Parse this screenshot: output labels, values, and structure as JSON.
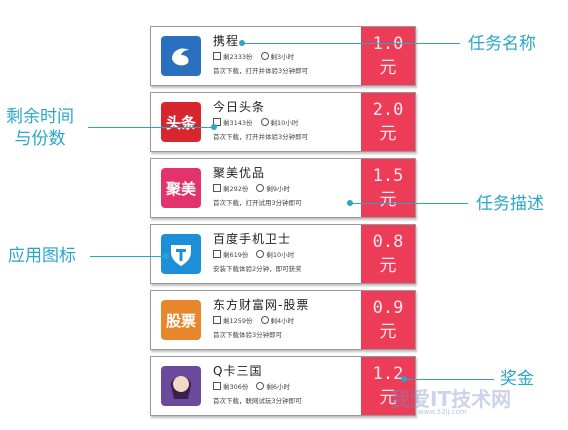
{
  "tasks": [
    {
      "name": "携程",
      "remaining": "剩2333份",
      "time": "剩3小时",
      "desc": "首次下载，打开并体验3分钟即可",
      "reward": "1.0\n元",
      "icon": "ctrip-dolphin-icon",
      "color": "#2b6fbf"
    },
    {
      "name": "今日头条",
      "remaining": "剩3143份",
      "time": "剩10小时",
      "desc": "首次下载，打开并体验3分钟即可",
      "reward": "2.0\n元",
      "icon": "toutiao-logo-icon",
      "color": "#d7262e",
      "logo_text": "头条"
    },
    {
      "name": "聚美优品",
      "remaining": "剩292份",
      "time": "剩9小时",
      "desc": "首次下载，打开试用3分钟即可",
      "reward": "1.5\n元",
      "icon": "jumei-logo-icon",
      "color": "#e2336b",
      "logo_text": "聚美"
    },
    {
      "name": "百度手机卫士",
      "remaining": "剩619份",
      "time": "剩10小时",
      "desc": "安装下载体验2分钟，即可获奖",
      "reward": "0.8\n元",
      "icon": "baidu-shield-icon",
      "color": "#1d8fd8"
    },
    {
      "name": "东方财富网-股票",
      "remaining": "剩1259份",
      "time": "剩4小时",
      "desc": "首次下载体验3分钟即可",
      "reward": "0.9\n元",
      "icon": "eastmoney-stock-icon",
      "color": "#e8862b",
      "logo_text": "股票"
    },
    {
      "name": "Q卡三国",
      "remaining": "剩306份",
      "time": "剩6小时",
      "desc": "首次下载，联网试玩3分钟即可",
      "reward": "1.2\n元",
      "icon": "game-character-icon",
      "color": "#6a4a9a"
    }
  ],
  "callouts": {
    "task_name": "任务名称",
    "remaining": "剩余时间\n与份数",
    "task_desc": "任务描述",
    "app_icon": "应用图标",
    "reward": "奖金"
  },
  "watermark": {
    "text": "我爱IT技术网",
    "url": "www.52ij.com"
  },
  "colors": {
    "accent": "#2aa6c9",
    "reward_bg": "#ec3c57"
  }
}
